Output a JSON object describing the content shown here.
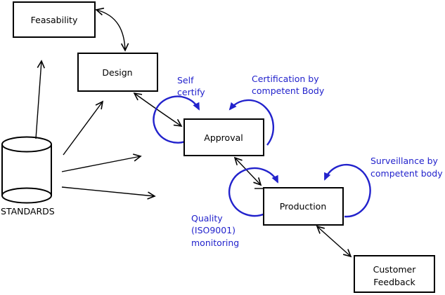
{
  "colors": {
    "line": "#000000",
    "annotation_blue": "#2222cc",
    "background": "#ffffff"
  },
  "nodes": {
    "feasability": {
      "label": "Feasability"
    },
    "design": {
      "label": "Design"
    },
    "approval": {
      "label": "Approval"
    },
    "production": {
      "label": "Production"
    },
    "customer_feedback": {
      "line1": "Customer",
      "line2": "Feedback"
    },
    "standards": {
      "label": "STANDARDS"
    }
  },
  "annotations": {
    "self_certify": {
      "line1": "Self",
      "line2": "certify"
    },
    "certification": {
      "line1": "Certification by",
      "line2": "competent Body"
    },
    "surveillance": {
      "line1": "Surveillance by",
      "line2": "competent body"
    },
    "quality_monitoring": {
      "line1": "Quality",
      "line2": "(ISO9001)",
      "line3": "monitoring"
    }
  }
}
